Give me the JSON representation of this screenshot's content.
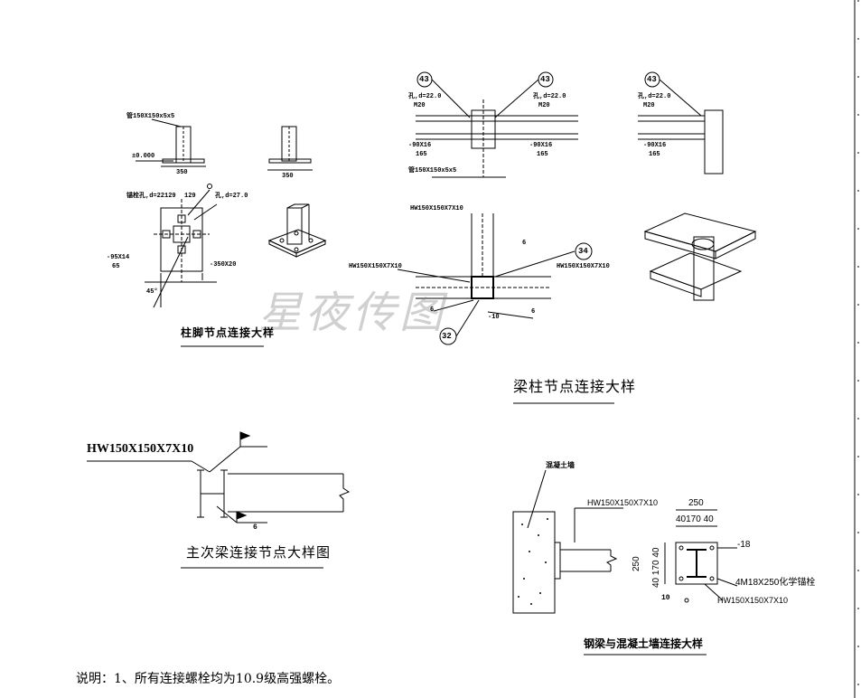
{
  "titles": {
    "column_base": "柱脚节点连接大样",
    "beam_column": "梁柱节点连接大样",
    "main_secondary": "主次梁连接节点大样图",
    "steel_concrete": "钢梁与混凝土墙连接大样"
  },
  "note": "说明：1、所有连接螺栓均为10.9级高强螺栓。",
  "watermark": "星夜传图",
  "column_base": {
    "column_label": "管150X150x5x5",
    "elevation": "±0.000",
    "dim_350": "350",
    "anchor_hole": "锚栓孔,d=22",
    "dim_129a": "129",
    "dim_129b": "129",
    "hole_label": "孔,d=27.0",
    "plate_label": "-350X20",
    "stiffener": "-95X14",
    "dim_65": "65",
    "angle": "45°",
    "dim_350b": "350"
  },
  "beam_column": {
    "bubble_43a": "43",
    "bubble_43b": "43",
    "bubble_43c": "43",
    "bubble_34": "34",
    "bubble_32": "32",
    "hole_a": "孔,d=22.0",
    "hole_b": "孔,d=22.0",
    "hole_c": "孔,d=22.0",
    "bolt_a": "M20",
    "bolt_b": "M20",
    "bolt_c": "M20",
    "plate_a": "-90X16",
    "plate_b": "-90X16",
    "plate_c": "-90X16",
    "dim_165a": "165",
    "dim_165b": "165",
    "dim_165c": "165",
    "tube_label": "管150X150x5x5",
    "hw_top": "HW150X150X7X10",
    "hw_left": "HW150X150X7X10",
    "hw_right": "HW150X150X7X10",
    "weld_6a": "6",
    "weld_6b": "6",
    "weld_6c": "6",
    "plate_10": "-10"
  },
  "main_secondary": {
    "hw_label": "HW150X150X7X10",
    "weld_6": "6"
  },
  "steel_concrete": {
    "wall_label": "混凝土墙",
    "hw_label": "HW150X150X7X10",
    "dim_250": "250",
    "dim_40_170_40": "40170 40",
    "dim_250v": "250",
    "dim_v": "40 170 40",
    "plate": "-18",
    "bolts": "4M18X250化学锚栓",
    "hw_label2": "HW150X150X7X10",
    "weld_10": "10"
  }
}
